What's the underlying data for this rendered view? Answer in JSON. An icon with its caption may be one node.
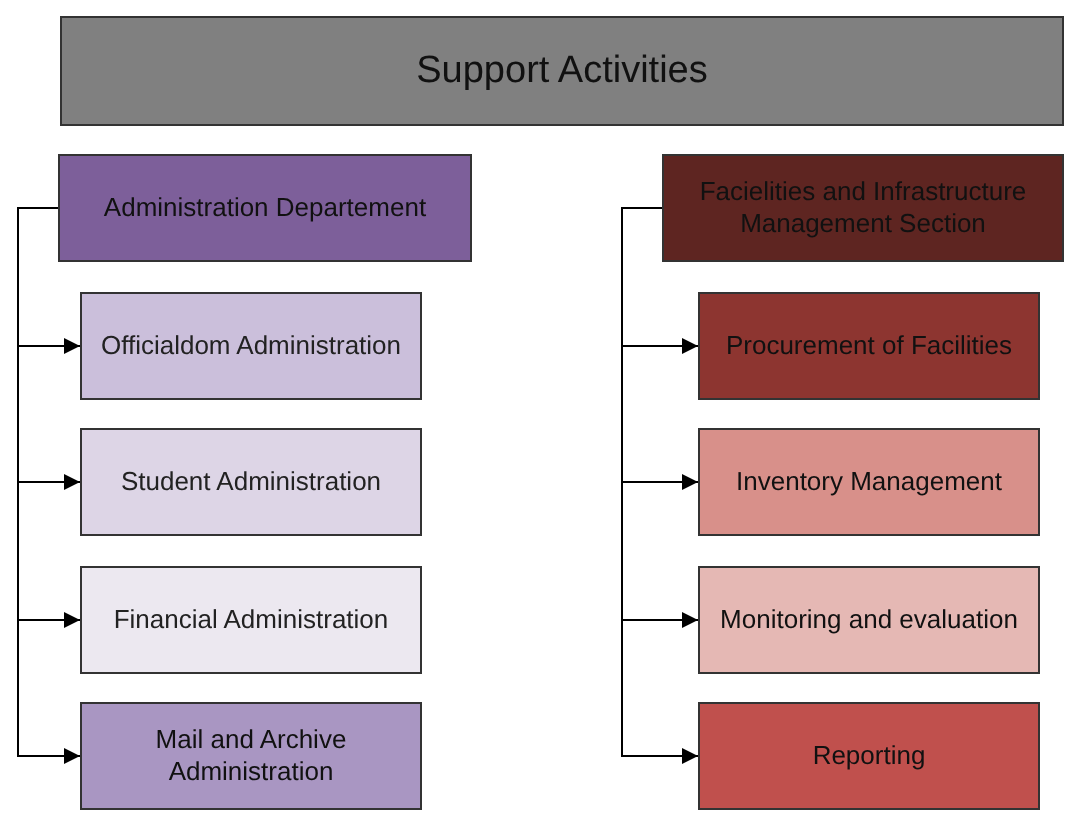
{
  "diagram": {
    "nodes": [
      {
        "text": [
          "Support Activities"
        ]
      },
      {
        "text": [
          "Administration Departement"
        ]
      },
      {
        "text": [
          "Officialdom Administration"
        ]
      },
      {
        "text": [
          "Student Administration"
        ]
      },
      {
        "text": [
          "Financial Administration"
        ]
      },
      {
        "text": [
          "Mail and Archive Administration"
        ]
      },
      {
        "text": [
          "Facielities and Infrastructure Management Section"
        ]
      },
      {
        "text": [
          "Procurement of Facilities"
        ]
      },
      {
        "text": [
          "Inventory Management"
        ]
      },
      {
        "text": [
          "Monitoring and evaluation"
        ]
      },
      {
        "text": [
          "Reporting"
        ]
      }
    ],
    "edges": [
      {
        "from": 1,
        "to": 2,
        "arrow": "to"
      },
      {
        "from": 1,
        "to": 3,
        "arrow": "to"
      },
      {
        "from": 1,
        "to": 4,
        "arrow": "to"
      },
      {
        "from": 1,
        "to": 5,
        "arrow": "to"
      },
      {
        "from": 6,
        "to": 7,
        "arrow": "to"
      },
      {
        "from": 6,
        "to": 8,
        "arrow": "to"
      },
      {
        "from": 6,
        "to": 9,
        "arrow": "to"
      },
      {
        "from": 6,
        "to": 10,
        "arrow": "to"
      }
    ]
  }
}
